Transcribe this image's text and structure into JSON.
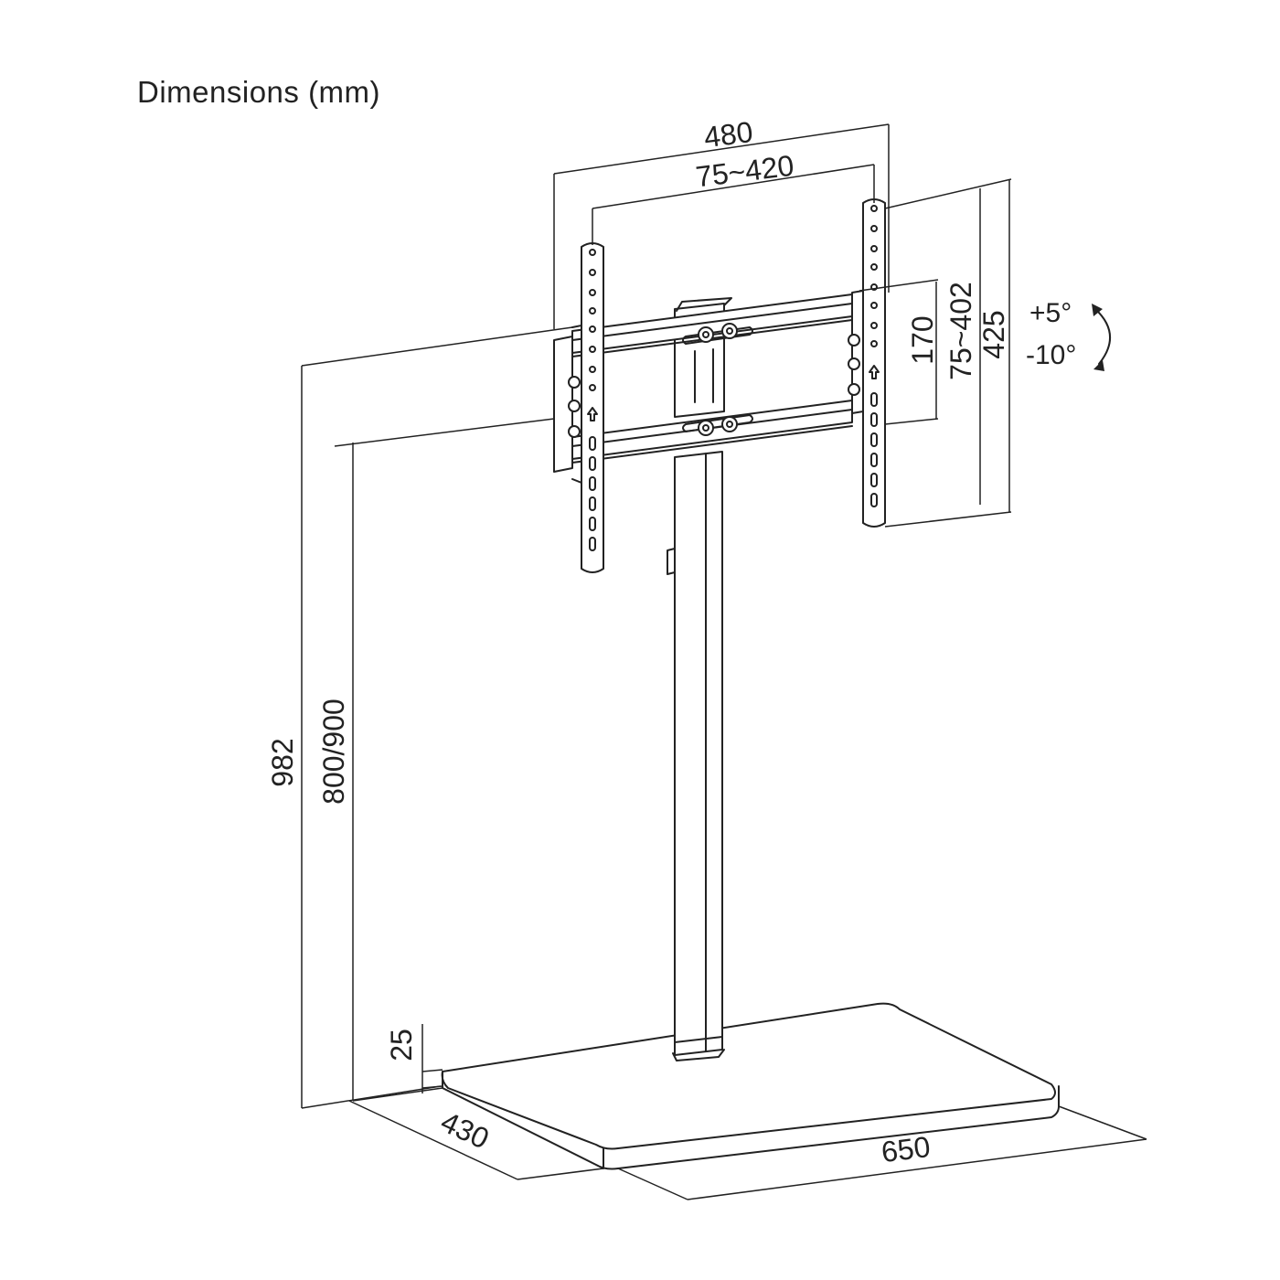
{
  "title": "Dimensions (mm)",
  "dimensions": {
    "width_total": "480",
    "vesa_horizontal": "75~420",
    "vesa_vertical": "75~402",
    "arm_height": "425",
    "rail_spacing": "170",
    "height_total": "982",
    "height_adjust": "800/900",
    "base_thickness": "25",
    "base_depth": "430",
    "base_width": "650"
  },
  "tilt": {
    "up": "+5°",
    "down": "-10°"
  },
  "colors": {
    "line": "#222222",
    "background": "#ffffff"
  }
}
